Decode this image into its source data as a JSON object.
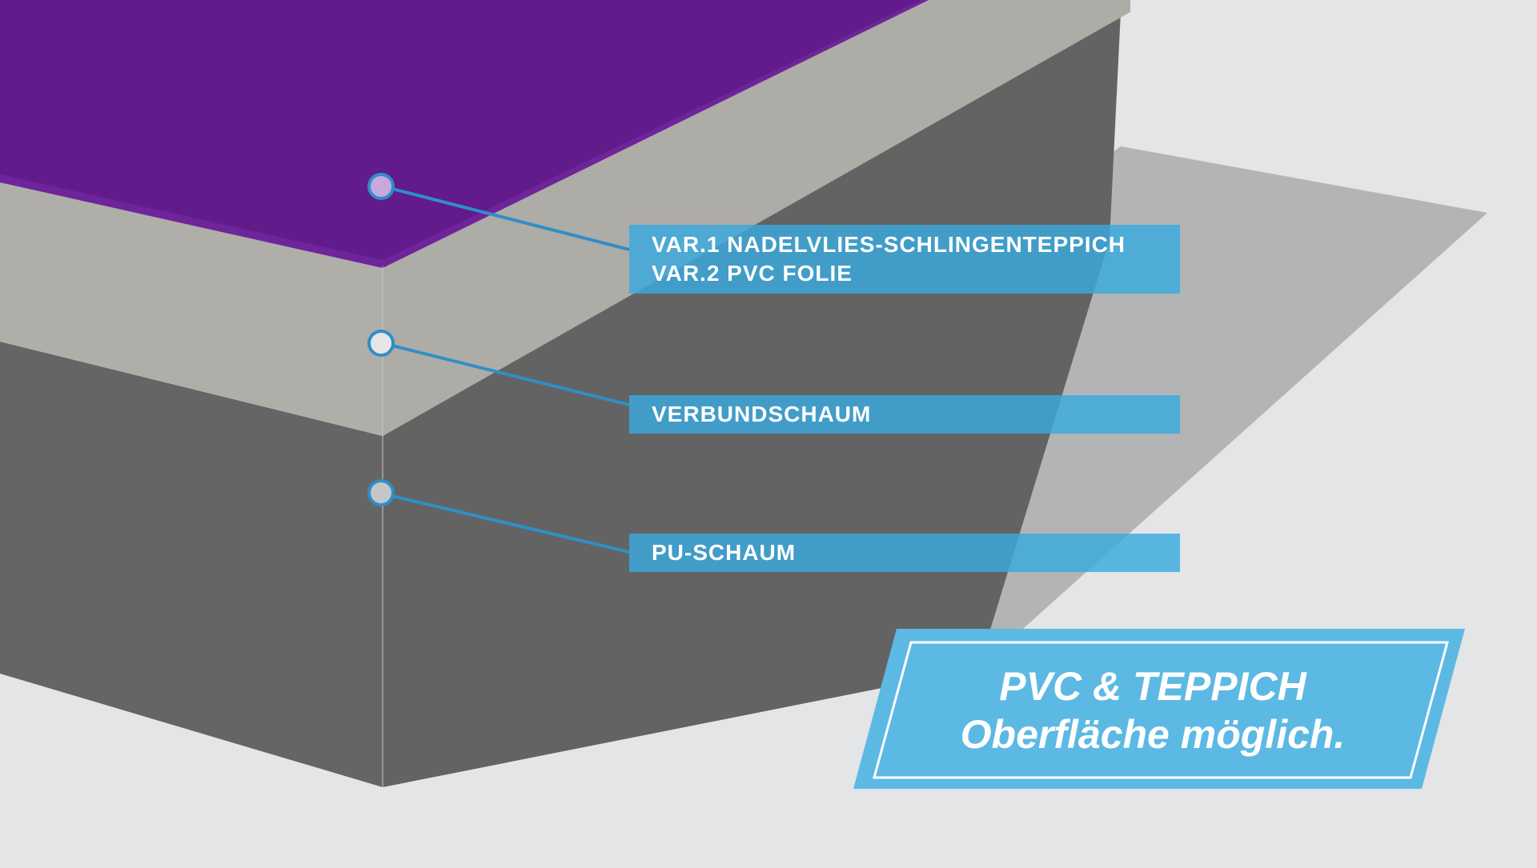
{
  "colors": {
    "background": "#e4e5e7",
    "top_layer": "#611b8a",
    "middle_layer": "#b0aea8",
    "bottom_layer": "#656565",
    "shadow": "#b3b4b6",
    "accent": "#39a9de"
  },
  "layers": [
    {
      "marker_color": "#c9a8db",
      "lines": [
        "VAR.1 NADELVLIES-SCHLINGENTEPPICH",
        "VAR.2 PVC FOLIE"
      ]
    },
    {
      "marker_color": "#e6e6e6",
      "lines": [
        "VERBUNDSCHAUM"
      ]
    },
    {
      "marker_color": "#c4c6c8",
      "lines": [
        "PU-SCHAUM"
      ]
    }
  ],
  "badge": {
    "line1": "PVC & TEPPICH",
    "line2": "Oberfläche möglich."
  }
}
